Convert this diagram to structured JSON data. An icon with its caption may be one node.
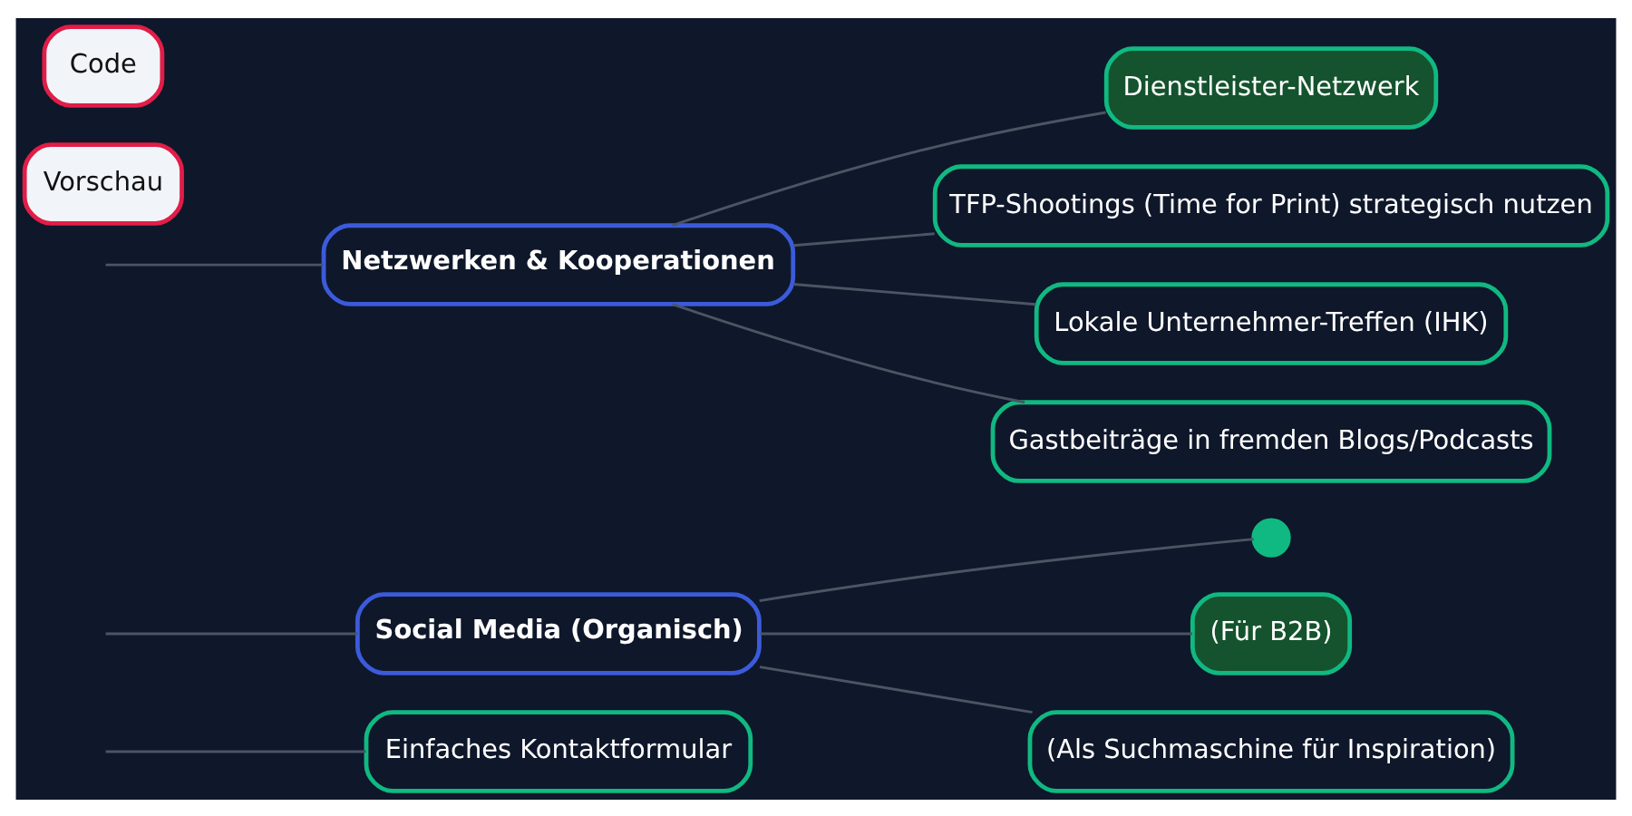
{
  "diagram": {
    "nodes": [
      {
        "text": [
          "Einfaches Kontaktformular"
        ]
      },
      {
        "text": [
          "Social Media (Organisch)"
        ]
      },
      {
        "text": [],
        "shape": "circle"
      },
      {
        "text": [
          "(Für B2B)"
        ]
      },
      {
        "text": [
          "(Als Suchmaschine für Inspiration)"
        ]
      },
      {
        "text": [
          "Netzwerken & Kooperationen"
        ]
      },
      {
        "text": [
          "Dienstleister-Netzwerk"
        ]
      },
      {
        "text": [
          "TFP-Shootings (Time for Print) strategisch nutzen"
        ]
      },
      {
        "text": [
          "Lokale Unternehmer-Treffen (IHK)"
        ]
      },
      {
        "text": [
          "Gastbeiträge in fremden Blogs/Podcasts"
        ]
      }
    ],
    "edges": [
      {
        "from": null,
        "to": 0,
        "arrow": "none"
      },
      {
        "from": null,
        "to": 1,
        "arrow": "none"
      },
      {
        "from": 1,
        "to": 2,
        "arrow": "none"
      },
      {
        "from": 1,
        "to": 3,
        "arrow": "none"
      },
      {
        "from": 1,
        "to": 4,
        "arrow": "none"
      },
      {
        "from": null,
        "to": 5,
        "arrow": "none"
      },
      {
        "from": 5,
        "to": 6,
        "arrow": "none"
      },
      {
        "from": 5,
        "to": 7,
        "arrow": "none"
      },
      {
        "from": 5,
        "to": 8,
        "arrow": "none"
      },
      {
        "from": 5,
        "to": 9,
        "arrow": "none"
      }
    ],
    "labels": [
      "Code",
      "Vorschau"
    ]
  }
}
